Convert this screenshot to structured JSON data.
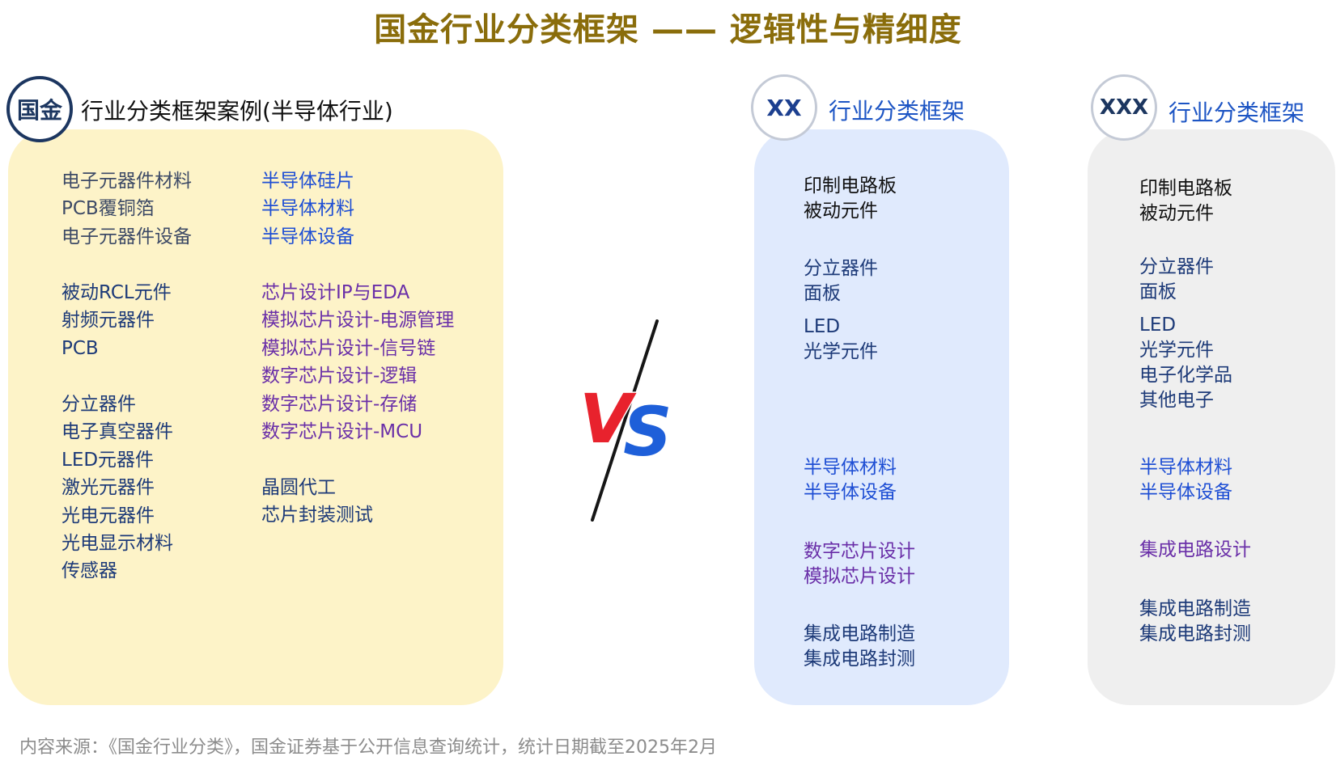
{
  "title": "国金行业分类框架 —— 逻辑性与精细度",
  "guojin": {
    "badge": "国金",
    "title": "行业分类框架案例(半导体行业)",
    "left_groups": [
      [
        "电子元器件材料",
        "PCB覆铜箔",
        "电子元器件设备"
      ],
      [
        "被动RCL元件",
        "射频元器件",
        "PCB"
      ],
      [
        "分立器件",
        "电子真空器件",
        "LED元器件",
        "激光元器件",
        "光电元器件",
        "光电显示材料",
        "传感器"
      ]
    ],
    "right_groups": [
      [
        "半导体硅片",
        "半导体材料",
        "半导体设备"
      ],
      [
        "芯片设计IP与EDA",
        "模拟芯片设计-电源管理",
        "模拟芯片设计-信号链",
        "数字芯片设计-逻辑",
        "数字芯片设计-存储",
        "数字芯片设计-MCU"
      ],
      [
        "晶圆代工",
        "芯片封装测试"
      ]
    ]
  },
  "vs": {
    "text_v": "V",
    "text_s": "S"
  },
  "xx": {
    "badge": "XX",
    "title": "行业分类框架",
    "groups": [
      [
        "印制电路板",
        "被动元件"
      ],
      [
        "分立器件",
        "面板"
      ],
      [
        "LED",
        "光学元件"
      ],
      [
        "半导体材料",
        "半导体设备"
      ],
      [
        "数字芯片设计",
        "模拟芯片设计"
      ],
      [
        "集成电路制造",
        "集成电路封测"
      ]
    ]
  },
  "xxx": {
    "badge": "XXX",
    "title": "行业分类框架",
    "groups": [
      [
        "印制电路板",
        "被动元件"
      ],
      [
        "分立器件",
        "面板"
      ],
      [
        "LED",
        "光学元件",
        "电子化学品",
        "其他电子"
      ],
      [
        "半导体材料",
        "半导体设备"
      ],
      [
        "集成电路设计"
      ],
      [
        "集成电路制造",
        "集成电路封测"
      ]
    ]
  },
  "source": "内容来源：《国金行业分类》，国金证券基于公开信息查询统计，统计日期截至2025年2月",
  "colors": {
    "title_gold": "#8a6d0b",
    "guojin_panel": "#fdf3c8",
    "xx_panel": "#e0eafd",
    "xxx_panel": "#efefef",
    "navy": "#1d3a78",
    "blue": "#1f4fd4",
    "purple": "#6a2fa8",
    "vs_red": "#e8222d",
    "vs_blue": "#1e5fd9"
  }
}
